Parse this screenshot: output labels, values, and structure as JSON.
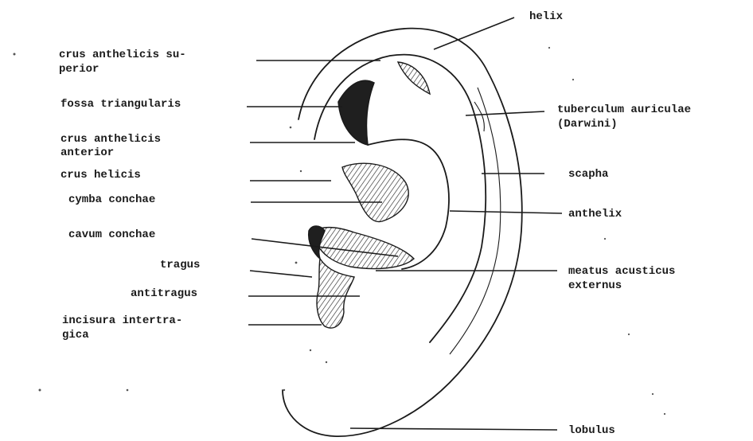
{
  "labels": {
    "helix": "helix",
    "crus_sup_1": "crus anthelicis su-",
    "crus_sup_2": "perior",
    "fossa": "fossa triangularis",
    "crus_ant_1": "crus anthelicis",
    "crus_ant_2": "anterior",
    "crus_helicis": "crus helicis",
    "cymba": "cymba conchae",
    "cavum": "cavum conchae",
    "tragus": "tragus",
    "antitragus": "antitragus",
    "incisura_1": "incisura intertra-",
    "incisura_2": "gica",
    "tuberculum_1": "tuberculum auriculae",
    "tuberculum_2": "(Darwini)",
    "scapha": "scapha",
    "anthelix": "anthelix",
    "meatus_1": "meatus acusticus",
    "meatus_2": "externus",
    "lobulus": "lobulus"
  }
}
